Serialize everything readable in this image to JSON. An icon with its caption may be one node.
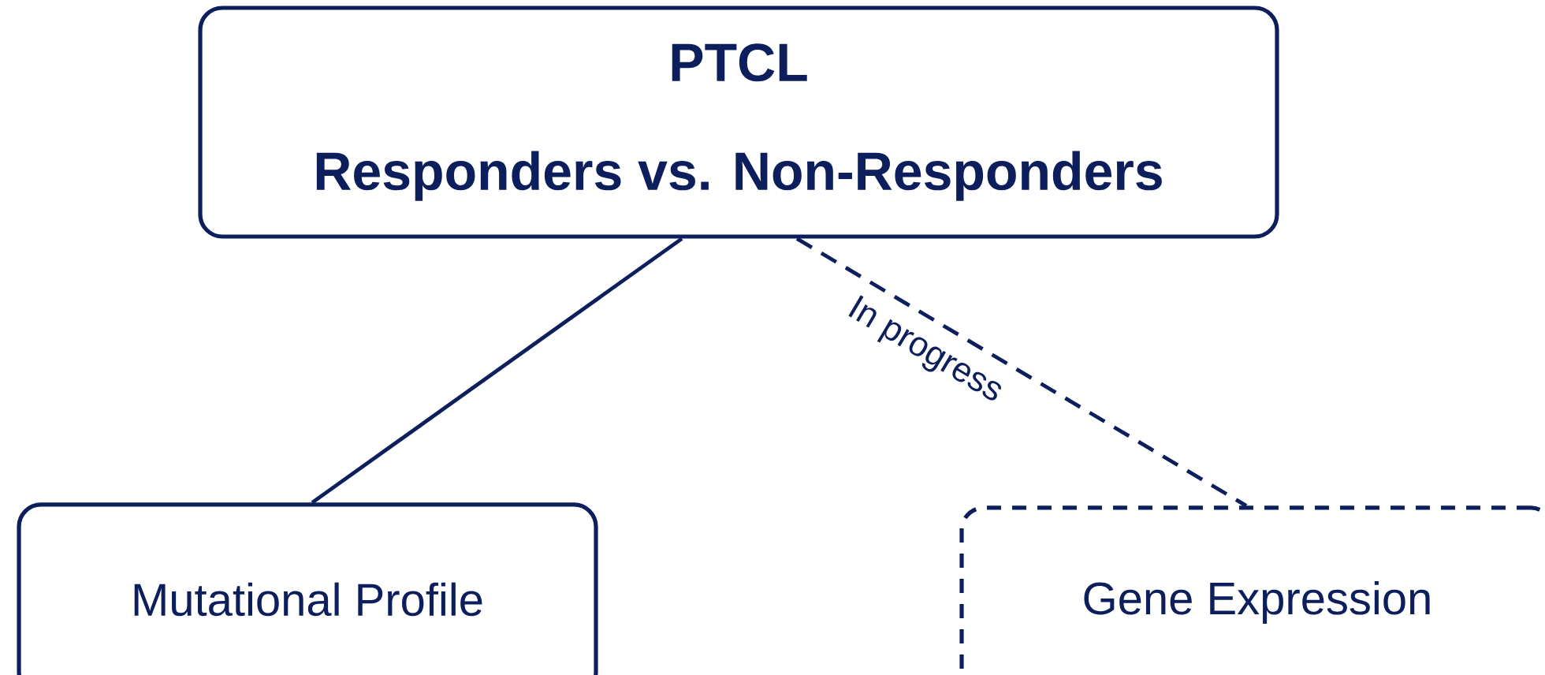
{
  "diagram": {
    "nodes": [
      {
        "text": [
          "PTCL",
          "Responders vs. Non-Responders"
        ]
      },
      {
        "text": [
          "Mutational Profile"
        ]
      },
      {
        "text": [
          "Gene Expression"
        ]
      }
    ],
    "edges": [
      {
        "from": 0,
        "to": 1,
        "arrow": "none"
      },
      {
        "from": 0,
        "to": 2,
        "arrow": "none",
        "style": "dashed",
        "label": "In progress"
      }
    ]
  }
}
